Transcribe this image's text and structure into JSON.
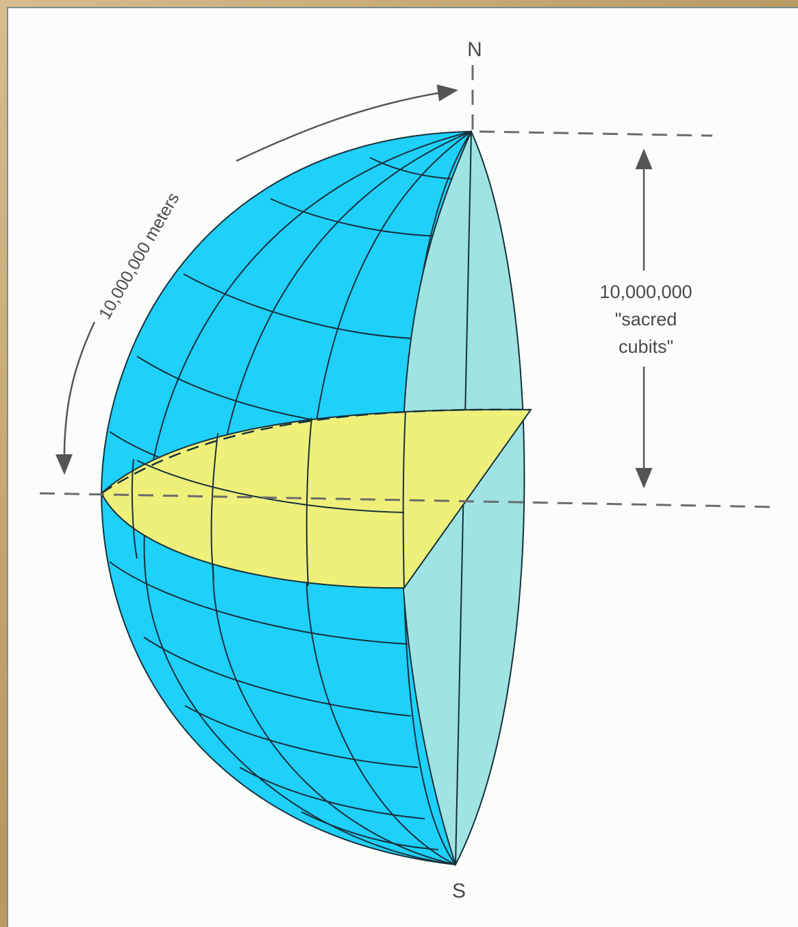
{
  "labels": {
    "north": "N",
    "south": "S",
    "arc_distance": "10,000,000 meters",
    "vertical_line1": "10,000,000",
    "vertical_line2": "\"sacred",
    "vertical_line3": "cubits\""
  },
  "colors": {
    "globe_blue": "#1ed0fa",
    "cut_face": "#9fe3e3",
    "equator_plane": "#eef07a",
    "grid_line": "#17303a",
    "dash_line": "#6b6b6b",
    "frame": "#c9ac7a"
  }
}
